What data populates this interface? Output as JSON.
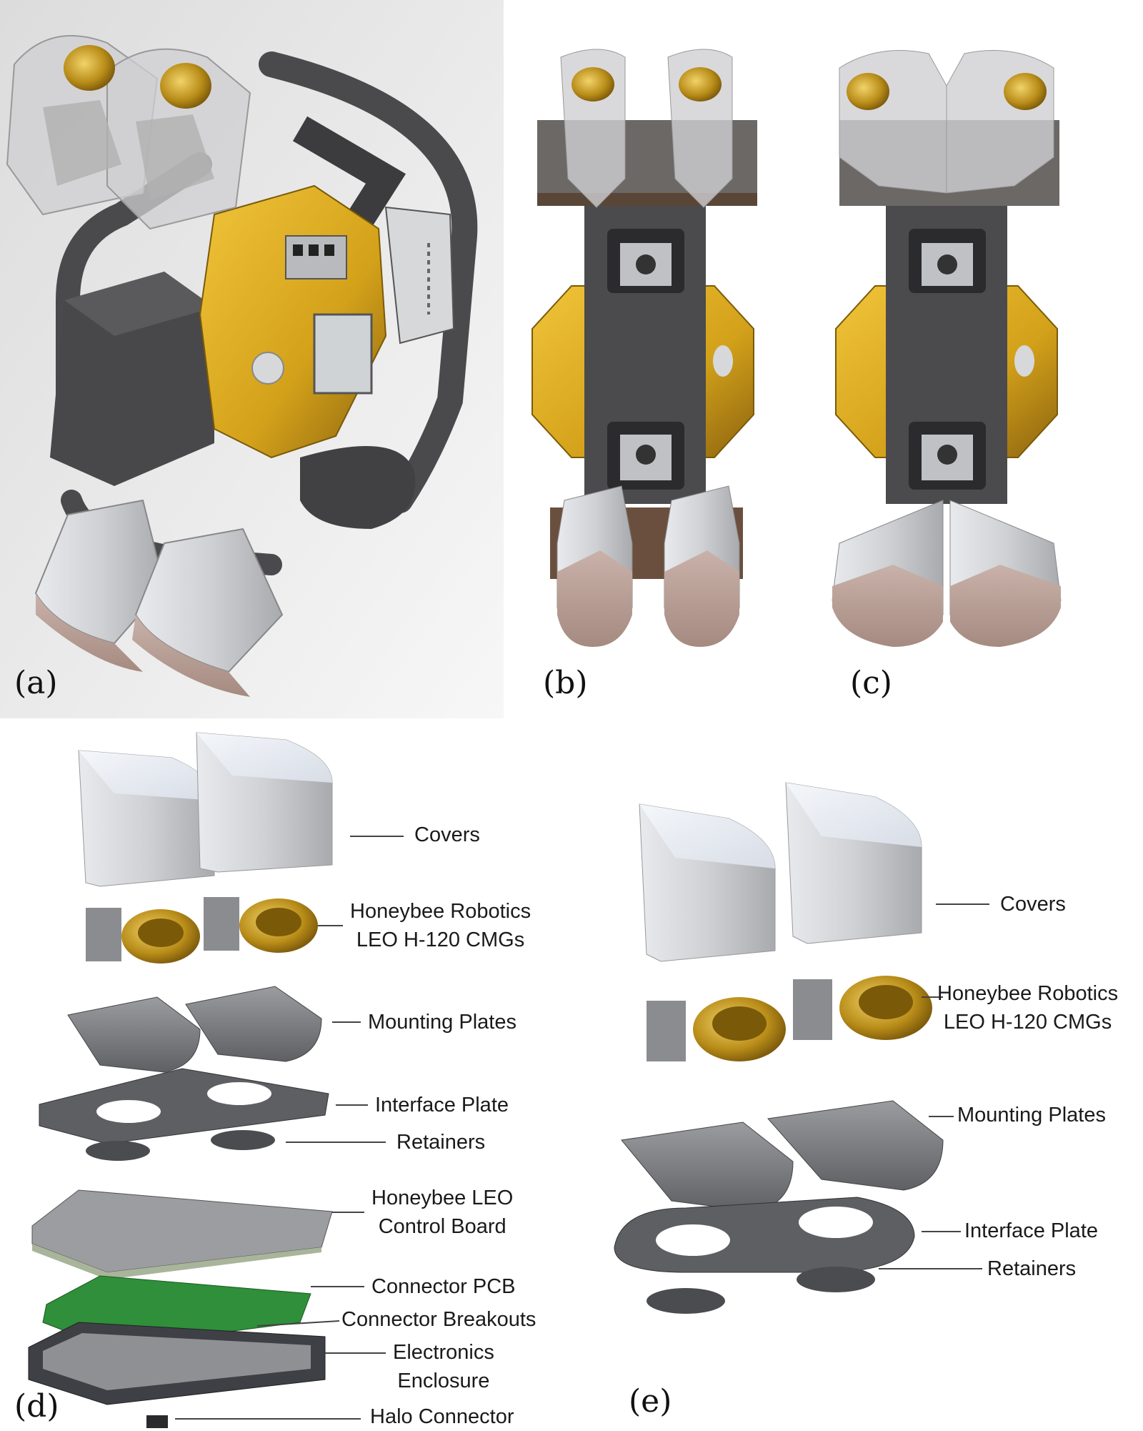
{
  "panels": [
    {
      "id": "a",
      "label": "(a)"
    },
    {
      "id": "b",
      "label": "(b)"
    },
    {
      "id": "c",
      "label": "(c)"
    },
    {
      "id": "d",
      "label": "(d)"
    },
    {
      "id": "e",
      "label": "(e)"
    }
  ],
  "callouts_d": [
    {
      "lines": [
        "Covers"
      ]
    },
    {
      "lines": [
        "Honeybee Robotics",
        "LEO H-120 CMGs"
      ]
    },
    {
      "lines": [
        "Mounting Plates"
      ]
    },
    {
      "lines": [
        "Interface Plate"
      ]
    },
    {
      "lines": [
        "Retainers"
      ]
    },
    {
      "lines": [
        "Honeybee LEO",
        "Control Board"
      ]
    },
    {
      "lines": [
        "Connector PCB"
      ]
    },
    {
      "lines": [
        "Connector Breakouts"
      ]
    },
    {
      "lines": [
        "Electronics",
        "Enclosure"
      ]
    },
    {
      "lines": [
        "Halo Connector"
      ]
    }
  ],
  "callouts_e": [
    {
      "lines": [
        "Covers"
      ]
    },
    {
      "lines": [
        "Honeybee Robotics",
        "LEO H-120 CMGs"
      ]
    },
    {
      "lines": [
        "Mounting Plates"
      ]
    },
    {
      "lines": [
        "Interface Plate"
      ]
    },
    {
      "lines": [
        "Retainers"
      ]
    }
  ],
  "colors": {
    "frame": "#4a4a4c",
    "frame_dark": "#3a3a3c",
    "gold": "#d4a21a",
    "gold_dark": "#9c7410",
    "cover": "#c8c6c4",
    "cover_light": "#e6e8ec",
    "plate": "#6e7073",
    "pcb": "#2f8f3a",
    "board": "#a9b59a",
    "cmg_gold": "#b88c18",
    "panel_a_bg": "#eeeeee"
  }
}
